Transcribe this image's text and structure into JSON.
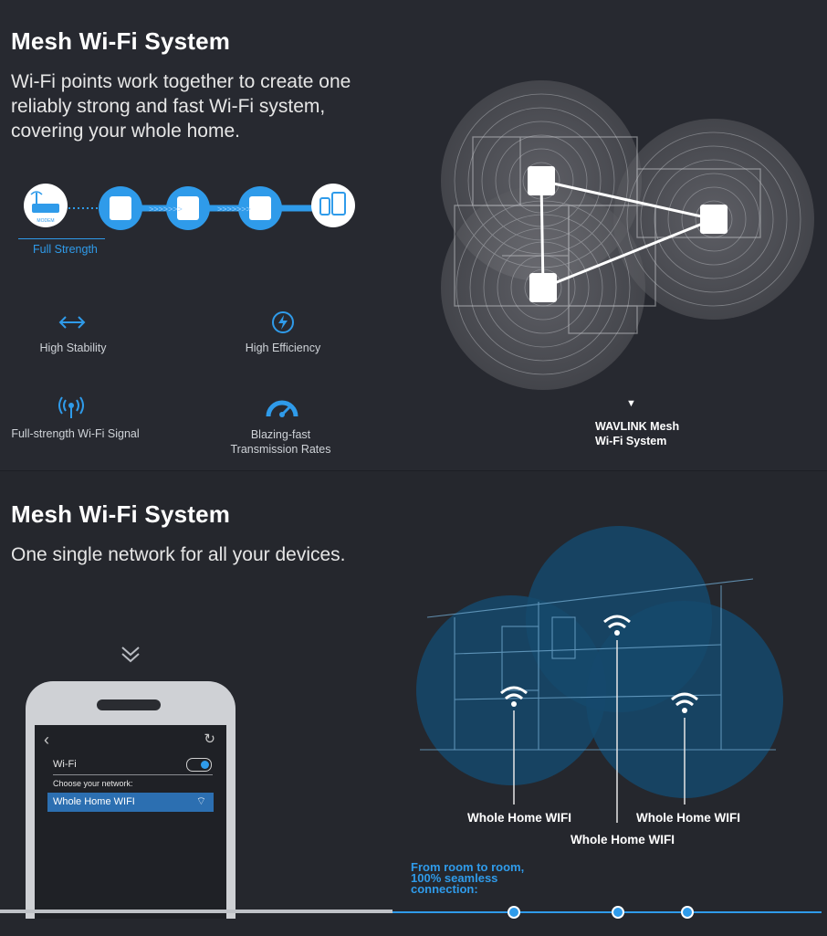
{
  "section1": {
    "title": "Mesh Wi-Fi System",
    "subtitle_lines": [
      "Wi-Fi points work together to create one",
      "reliably strong and fast Wi-Fi system,",
      "covering your whole home."
    ],
    "chain_label": "Full Strength",
    "modem_label": "MODEM",
    "features": [
      {
        "icon": "arrows-horizontal-icon",
        "lines": [
          "High Stability"
        ]
      },
      {
        "icon": "lightning-icon",
        "lines": [
          "High Efficiency"
        ]
      },
      {
        "icon": "wifi-signal-icon",
        "lines": [
          "Full-strength Wi-Fi Signal"
        ]
      },
      {
        "icon": "speedometer-icon",
        "lines": [
          "Blazing-fast",
          "Transmission Rates"
        ]
      }
    ],
    "caption_lines": [
      "WAVLINK Mesh",
      "Wi-Fi System"
    ],
    "accent": "#2f9bea"
  },
  "section2": {
    "title": "Mesh Wi-Fi System",
    "subtitle": "One single network for all your devices.",
    "phone": {
      "wifi_label": "Wi-Fi",
      "wifi_toggle_on": true,
      "choose_label": "Choose your network:",
      "network_name": "Whole Home WIFI"
    },
    "node_labels": [
      "Whole Home WIFI",
      "Whole Home WIFI",
      "Whole Home WIFI"
    ],
    "seamless_lines": [
      "From room to room,",
      "100% seamless",
      "connection:"
    ],
    "accent": "#2f9bea"
  }
}
